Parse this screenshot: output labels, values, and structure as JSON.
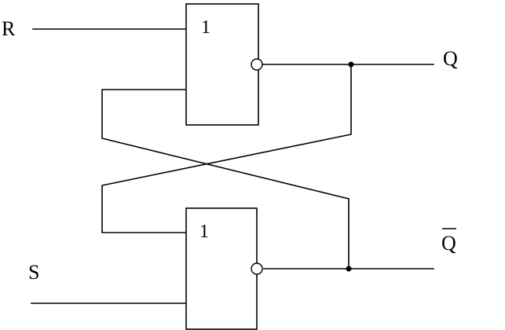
{
  "inputs": {
    "r": "R",
    "s": "S"
  },
  "outputs": {
    "q": "Q",
    "q_bar": "Q"
  },
  "gates": {
    "top_symbol": "1",
    "bottom_symbol": "1"
  }
}
